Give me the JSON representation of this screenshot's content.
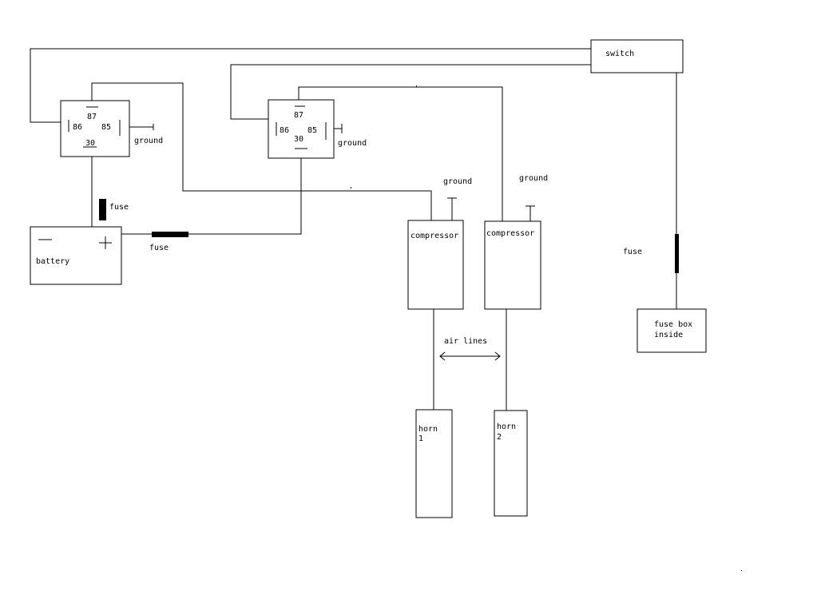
{
  "labels": {
    "switch": "switch",
    "relay1": {
      "p87": "87",
      "p86": "86",
      "p85": "85",
      "p30": "30",
      "ground": "ground"
    },
    "relay2": {
      "p87": "87",
      "p86": "86",
      "p85": "85",
      "p30": "30",
      "ground": "ground"
    },
    "battery": "battery",
    "fuse_relay1": "fuse",
    "fuse_battery": "fuse",
    "fuse_switch": "fuse",
    "compressor1": "compressor",
    "compressor2": "compressor",
    "ground_comp1": "ground",
    "ground_comp2": "ground",
    "air_lines": "air lines",
    "horn1": {
      "line1": "horn",
      "line2": "1"
    },
    "horn2": {
      "line1": "horn",
      "line2": "2"
    },
    "fuse_box": {
      "line1": "fuse box",
      "line2": "inside"
    }
  }
}
